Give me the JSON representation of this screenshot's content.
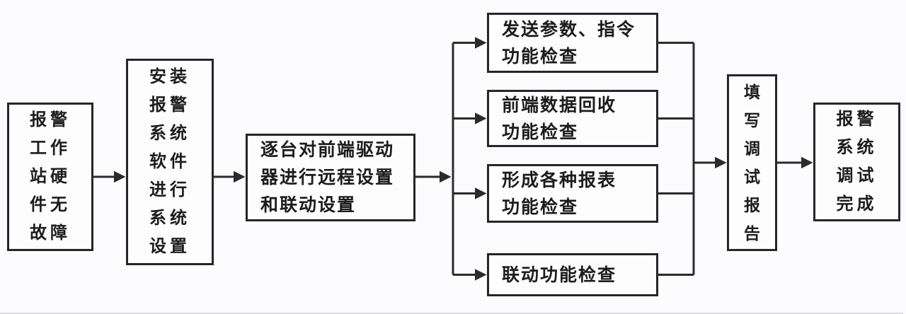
{
  "colors": {
    "line": "#2b2b2b",
    "node_border": "#262626",
    "node_fill": "#fdfdfe",
    "text": "#1c1c1c",
    "background": "#fcfbfd"
  },
  "nodes": {
    "workstation_hardware": {
      "text": "报警\n工作\n站硬\n件无\n故障"
    },
    "install_software": {
      "text": "安装\n报警\n系统\n软件\n进行\n系统\n设置"
    },
    "remote_setup": {
      "text": "逐台对前端驱动\n器进行远程设置\n和联动设置"
    },
    "check_send_params": {
      "text": "发送参数、指令\n功能检查"
    },
    "check_data_recovery": {
      "text": "前端数据回收\n功能检查"
    },
    "check_reports": {
      "text": "形成各种报表\n功能检查"
    },
    "check_linkage": {
      "text": "联动功能检查"
    },
    "fill_debug_report": {
      "text": "填\n写\n调\n试\n报\n告"
    },
    "debug_complete": {
      "text": "报警\n系统\n调试\n完成"
    }
  }
}
